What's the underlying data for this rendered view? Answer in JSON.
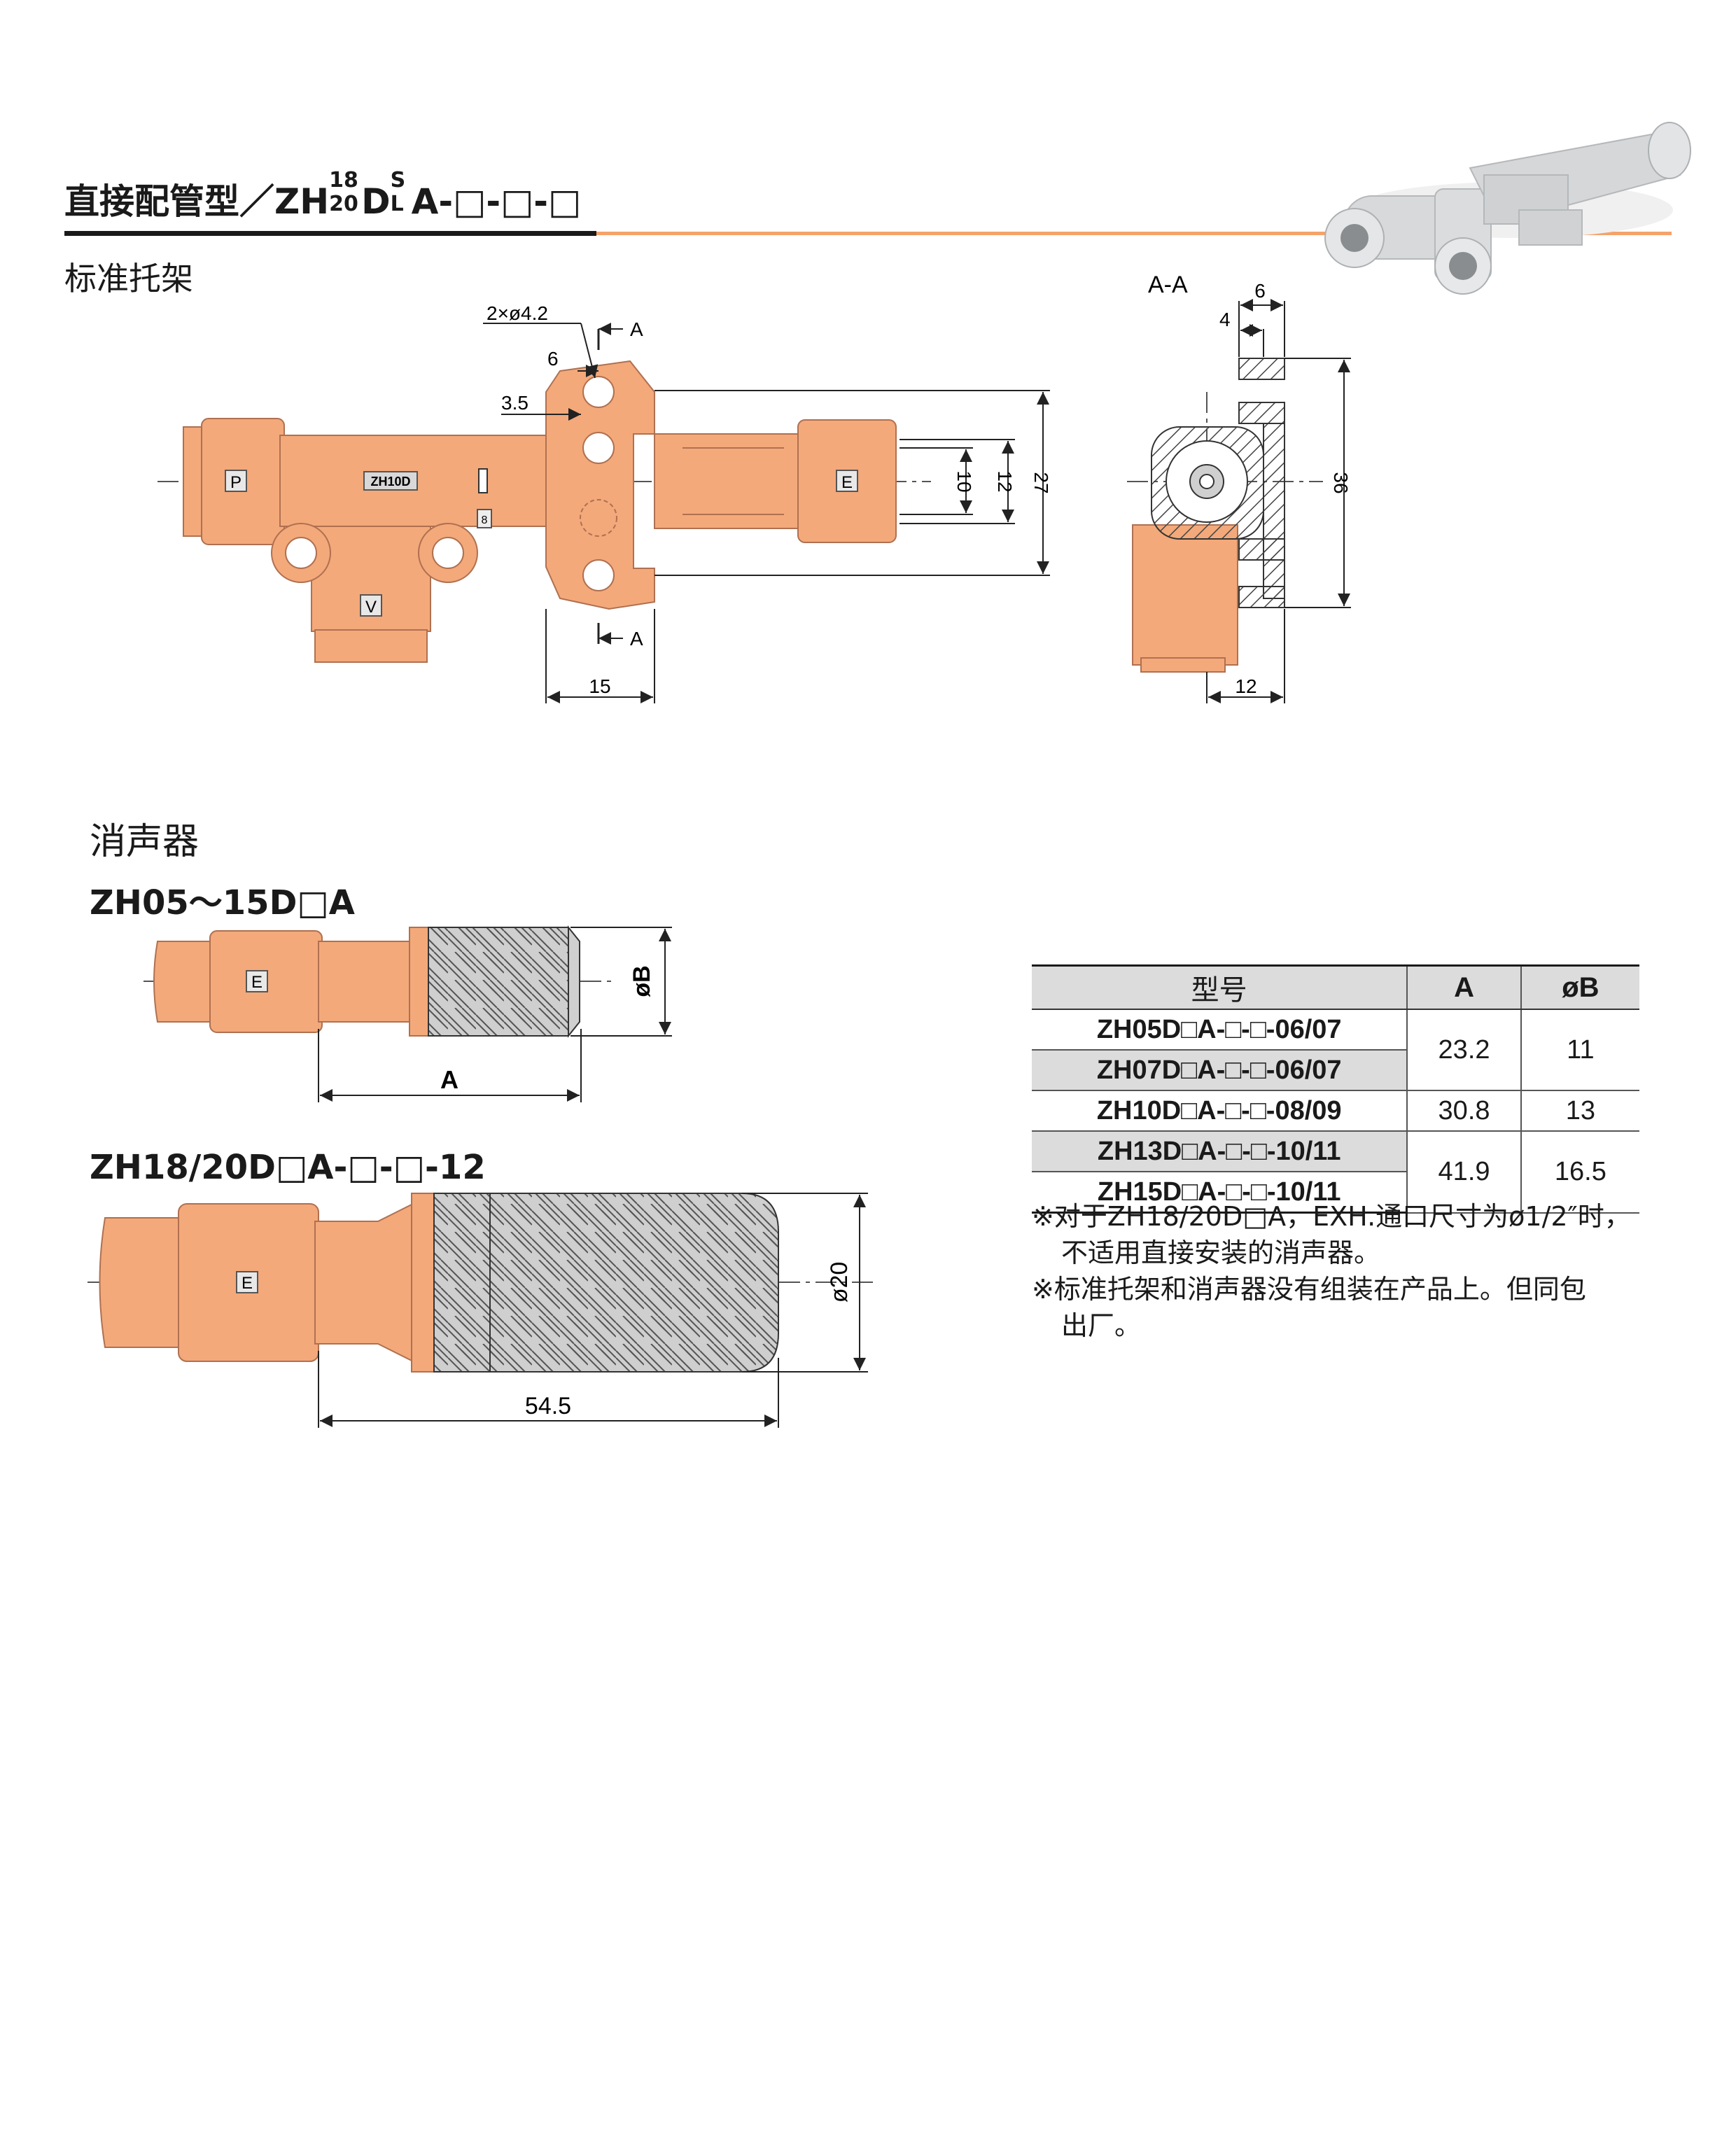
{
  "header": {
    "title_prefix": "直接配管型／ZH",
    "title_sup_top": "18",
    "title_sup_bottom": "20",
    "title_mid": "D",
    "title_sub_top": "S",
    "title_sub_bottom": "L",
    "title_suffix": "A-□-□-□"
  },
  "sections": {
    "bracket_heading": "标准托架",
    "silencer_heading": "消声器",
    "model_small_heading": "ZH05～15D□A",
    "model_large_heading": "ZH18/20D□A-□-□-12"
  },
  "bracket_drawing": {
    "hole_callout": "2×ø4.2",
    "section_label": "A",
    "dim_6": "6",
    "dim_3_5": "3.5",
    "dim_15": "15",
    "dim_10": "10",
    "dim_12": "12",
    "dim_27": "27",
    "port_p": "P",
    "port_v": "V",
    "port_e": "E",
    "body_marking": "ZH10D",
    "indicator_mark": "8"
  },
  "section_view": {
    "label": "A-A",
    "dim_6": "6",
    "dim_4": "4",
    "dim_36": "36",
    "dim_12": "12"
  },
  "silencer_small": {
    "port_e": "E",
    "dim_a": "A",
    "dim_b": "øB"
  },
  "silencer_large": {
    "port_e": "E",
    "dim_length": "54.5",
    "dim_diameter": "ø20"
  },
  "spec_table": {
    "headers": [
      "型号",
      "A",
      "øB"
    ],
    "rows": [
      {
        "model": "ZH05D□A-□-□-06/07",
        "a": "23.2",
        "b": "11"
      },
      {
        "model": "ZH07D□A-□-□-06/07",
        "a": "",
        "b": ""
      },
      {
        "model": "ZH10D□A-□-□-08/09",
        "a": "30.8",
        "b": "13"
      },
      {
        "model": "ZH13D□A-□-□-10/11",
        "a": "41.9",
        "b": "16.5"
      },
      {
        "model": "ZH15D□A-□-□-10/11",
        "a": "",
        "b": ""
      }
    ]
  },
  "notes": {
    "note1_line1": "※对于ZH18/20D□A，EXH.通口尺寸为ø1/2″时，",
    "note1_line2": "不适用直接安装的消声器。",
    "note2_line1": "※标准托架和消声器没有组装在产品上。但同包",
    "note2_line2": "出厂。"
  },
  "colors": {
    "body_orange": "#f3a97a",
    "accent_rule": "#f5a26b",
    "text": "#1a1a1a",
    "table_shade": "#dcdcdc"
  }
}
